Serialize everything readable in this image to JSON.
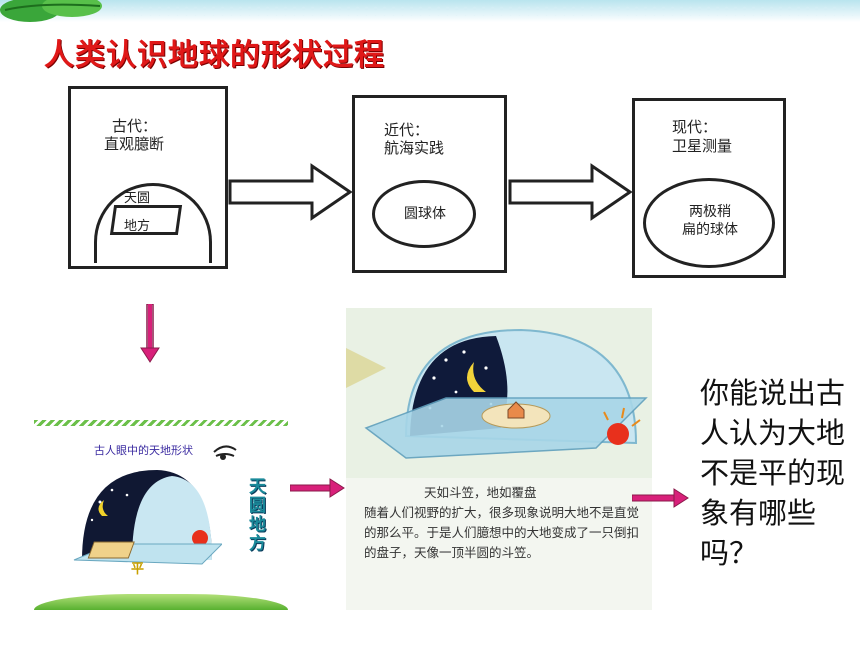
{
  "title": "人类认识地球的形状过程",
  "stages": {
    "ancient": {
      "line1": "古代：",
      "line2": "直观臆断",
      "sky": "天圆",
      "earth": "地方"
    },
    "modern_early": {
      "line1": "近代：",
      "line2": "航海实践",
      "shape": "圆球体"
    },
    "contemporary": {
      "line1": "现代：",
      "line2": "卫星测量",
      "shape_line1": "两极稍",
      "shape_line2": "扁的球体"
    }
  },
  "small_panel": {
    "title": "古人眼中的天地形状",
    "vertical_words": "天圆地方",
    "flat_label": "平"
  },
  "big_panel": {
    "caption": "天如斗笠，地如覆盘",
    "body": "随着人们视野的扩大，很多现象说明大地不是直觉的那么平。于是人们臆想中的大地变成了一只倒扣的盘子，天像一顶半圆的斗笠。"
  },
  "question": "你能说出古人认为大地不是平的现象有哪些吗？",
  "colors": {
    "title_red": "#e01818",
    "arrow_pink": "#d8207a",
    "sky_night": "#101833",
    "sun_red": "#e8301c",
    "ground_green": "#58b030"
  }
}
